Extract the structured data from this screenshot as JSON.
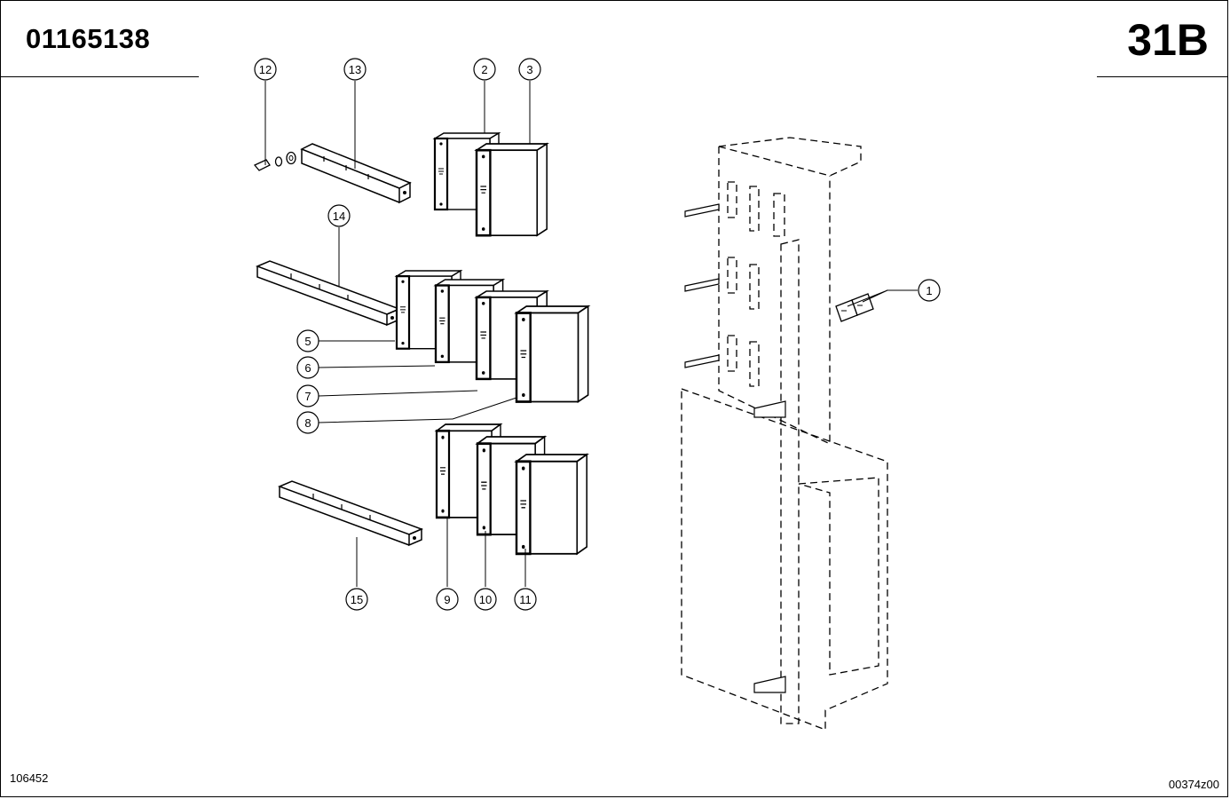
{
  "header": {
    "document_number": "01165138",
    "section_code": "31B"
  },
  "footer": {
    "left_code": "106452",
    "right_code": "00374z00"
  },
  "callouts": [
    "1",
    "2",
    "3",
    "5",
    "6",
    "7",
    "8",
    "9",
    "10",
    "11",
    "12",
    "13",
    "14",
    "15"
  ]
}
